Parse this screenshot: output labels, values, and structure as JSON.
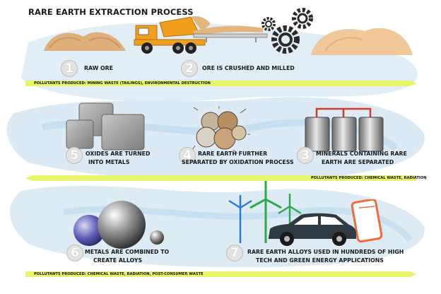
{
  "title": "RARE EARTH EXTRACTION PROCESS",
  "steps": [
    {
      "number": "1",
      "label": "RAW ORE"
    },
    {
      "number": "2",
      "label": "ORE  IS CRUSHED AND MILLED"
    },
    {
      "number": "3",
      "label_line1": "MINERALS CONTAINING RARE",
      "label_line2": "EARTH ARE SEPARATED"
    },
    {
      "number": "4",
      "label_line1": "RARE EARTH FURTHER",
      "label_line2": "SEPARATED BY OXIDATION PROCESS"
    },
    {
      "number": "5",
      "label_line1": "OXIDES ARE TURNED",
      "label_line2": "INTO METALS"
    },
    {
      "number": "6",
      "label_line1": "METALS ARE COMBINED TO",
      "label_line2": "CREATE ALLOYS"
    },
    {
      "number": "7",
      "label_line1": "RARE EARTH ALLOYS USED IN HUNDREDS OF HIGH",
      "label_line2": "TECH AND GREEN ENERGY APPLICATIONS"
    }
  ],
  "pollutants": [
    "POLLUTANTS PRODUCED: MINING WASTE (TAILINGS), ENVIRONMENTAL DESTRUCTION",
    "POLLUTANTS PRODUCED: CHEMICAL WASTE, RADIATION",
    "POLLUTANTS PRODUCED: CHEMICAL WASTE, RADIATION, POST-CONSUMER WASTE"
  ],
  "colors": {
    "arrow": "#e8f56a",
    "swirl": "#d4e8f4",
    "ore": "#e3b57f",
    "truck": "#f0a01e",
    "gear": "#2b2b2b",
    "metal": "#9b9b9b",
    "car": "#2f3a42",
    "phone": "#f06a3c",
    "turbine_green": "#2fa84f",
    "turbine_blue": "#2b7bd6"
  }
}
